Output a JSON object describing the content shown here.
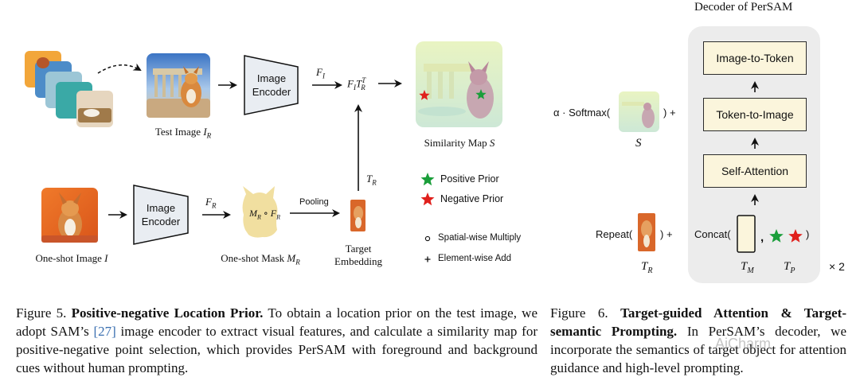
{
  "fig5": {
    "test_image_label": "Test Image",
    "test_image_sym": "I",
    "test_image_sub": "R",
    "encoder_label_1": "Image Encoder",
    "encoder_label_2": "Image Encoder",
    "f_i": "F",
    "f_i_sub": "I",
    "f_r": "F",
    "f_r_sub": "R",
    "product_expr": "F",
    "product_sub": "I",
    "product_t": "T",
    "product_t_sub": "R",
    "product_t_sup": "T",
    "similarity_label": "Similarity Map",
    "similarity_sym": "S",
    "oneshot_label": "One-shot Image",
    "oneshot_sym": "I",
    "mask_label": "One-shot Mask",
    "mask_sym": "M",
    "mask_sub": "R",
    "mask_expr": "M",
    "mask_expr_sub": "R",
    "mask_expr_f": "F",
    "mask_expr_f_sub": "R",
    "pooling_label": "Pooling",
    "tr_label": "T",
    "tr_sub": "R",
    "target_embed_line1": "Target",
    "target_embed_line2": "Embedding",
    "legend": {
      "positive": "Positive Prior",
      "negative": "Negative Prior",
      "spatial": "Spatial-wise Multiply",
      "element": "Element-wise Add"
    },
    "colors": {
      "positive": "#1a9e3a",
      "negative": "#e0201c",
      "mask": "#f1dfa0",
      "encoder_fill": "#e9edf2"
    }
  },
  "fig6": {
    "title": "Decoder of PerSAM",
    "blocks": [
      "Image-to-Token",
      "Token-to-Image",
      "Self-Attention"
    ],
    "softmax_text": "α · Softmax(",
    "softmax_close": ") +",
    "s_label": "S",
    "repeat_text": "Repeat(",
    "repeat_close": ") +",
    "tr_label": "T",
    "tr_sub": "R",
    "concat_text": "Concat(",
    "concat_close": ")",
    "tm_label": "T",
    "tm_sub": "M",
    "tp_label": "T",
    "tp_sub": "P",
    "times": "× 2",
    "panel_color": "#ececec",
    "block_color": "#fbf5dc"
  },
  "caption5": {
    "lead": "Figure 5.",
    "bold": "Positive-negative Location Prior.",
    "text1": "To obtain a location prior on the test image, we adopt SAM’s",
    "cite": "[27]",
    "text2": "image encoder to extract visual features, and calculate a similarity map for positive-negative point selection, which provides PerSAM with foreground and background cues without human prompting."
  },
  "caption6": {
    "lead": "Figure 6.",
    "bold": "Target-guided Attention & Target-semantic Prompting.",
    "text": "In PerSAM’s decoder, we incorporate the semantics of target object for attention guidance and high-level prompting."
  },
  "watermark": "AiCharm"
}
